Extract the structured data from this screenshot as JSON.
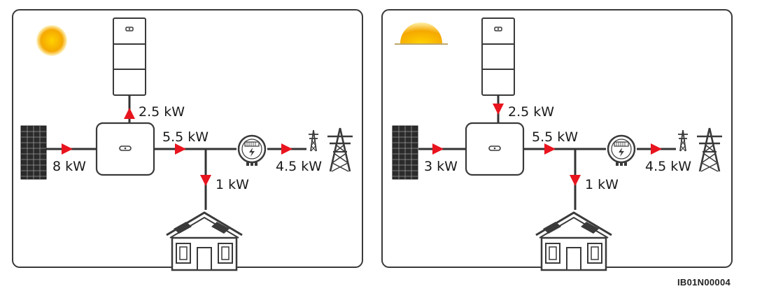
{
  "panels": [
    {
      "id": "daytime",
      "sun": "full-sun-icon",
      "labels": {
        "battery_flow": "2.5 kW",
        "pv_flow": "8 kW",
        "inverter_out": "5.5 kW",
        "load_flow": "1 kW",
        "grid_flow": "4.5 kW"
      },
      "battery_direction": "charging"
    },
    {
      "id": "sunset",
      "sun": "setting-sun-icon",
      "labels": {
        "battery_flow": "2.5 kW",
        "pv_flow": "3 kW",
        "inverter_out": "5.5 kW",
        "load_flow": "1 kW",
        "grid_flow": "4.5 kW"
      },
      "battery_direction": "discharging"
    }
  ],
  "figure_code": "IB01N00004",
  "colors": {
    "arrow": "#e8141e",
    "line": "#333333",
    "sun_core": "#f5a800",
    "sun_edge": "#fff3b0"
  }
}
